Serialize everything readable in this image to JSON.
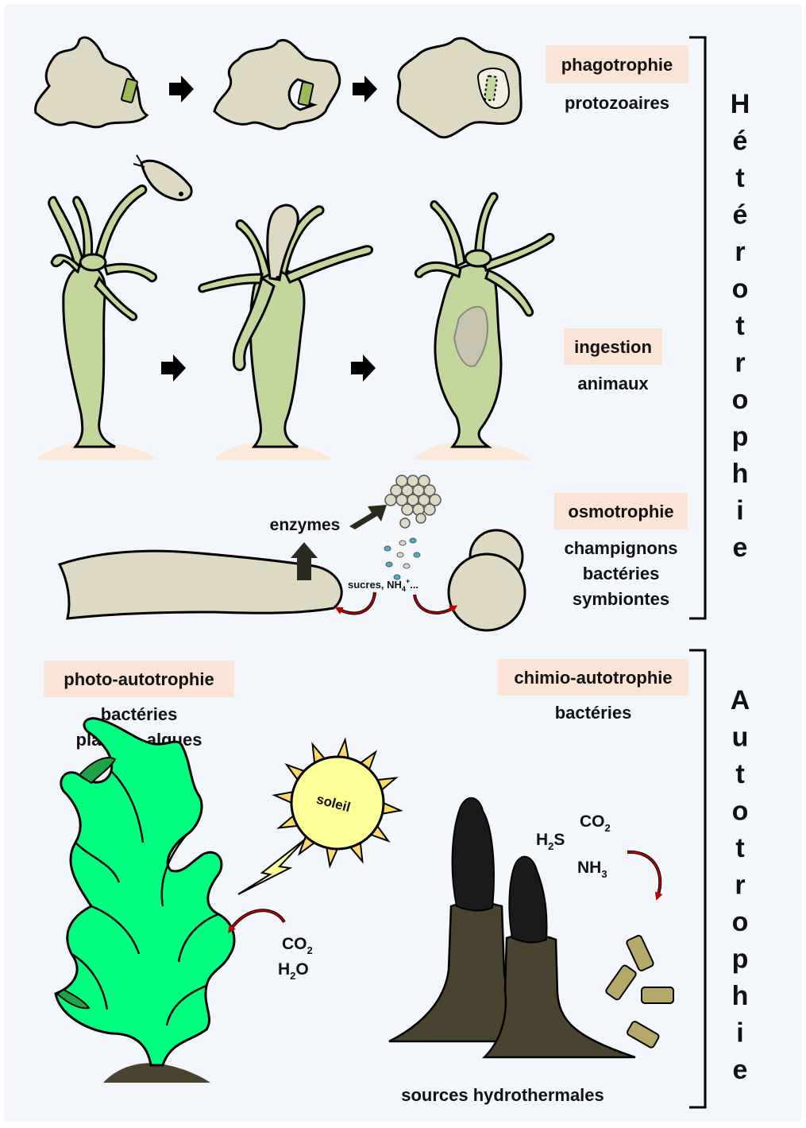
{
  "heterotrophie": {
    "vertical_word": "Hétérotrophie",
    "phagotrophie": {
      "label": "phagotrophie",
      "examples": "protozoaires"
    },
    "ingestion": {
      "label": "ingestion",
      "examples": "animaux"
    },
    "osmotrophie": {
      "label": "osmotrophie",
      "examples": [
        "champignons",
        "bactéries",
        "symbiontes"
      ],
      "enzymes_label": "enzymes",
      "nutrients_label_prefix": "sucres, NH",
      "nutrients_sub": "4",
      "nutrients_sup": "+",
      "nutrients_suffix": "..."
    }
  },
  "autotrophie": {
    "vertical_word": "Autotrophie",
    "photo": {
      "label": "photo-autotrophie",
      "examples": [
        "bactéries",
        "plantes, algues"
      ],
      "sun_label": "soleil",
      "inputs": [
        {
          "base": "CO",
          "sub": "2",
          "tail": ""
        },
        {
          "base": "H",
          "sub": "2",
          "tail": "O"
        }
      ]
    },
    "chimio": {
      "label": "chimio-autotrophie",
      "examples": [
        "bactéries"
      ],
      "inputs": [
        {
          "base": "H",
          "sub": "2",
          "tail": "S"
        },
        {
          "base": "CO",
          "sub": "2",
          "tail": ""
        },
        {
          "base": "NH",
          "sub": "3",
          "tail": ""
        }
      ],
      "caption": "sources hydrothermales"
    }
  },
  "colors": {
    "background": "#f3f7fb",
    "protozoa_fill": "#ddd9c3",
    "hydra_fill": "#c3d69b",
    "food_fill": "#9bbb59",
    "label_highlight": "#fbe4d5",
    "alga_fill": "#00ff80",
    "alga_dark": "#1fa34a",
    "sun_fill": "#ffff99",
    "sun_rays": "#ffd966",
    "chimney_fill": "#4a4330",
    "chimney_top": "#1a1a1a",
    "bacteria_fill": "#b5a96a",
    "arrow_red": "#c00000",
    "substrate": "#fde9d9"
  }
}
